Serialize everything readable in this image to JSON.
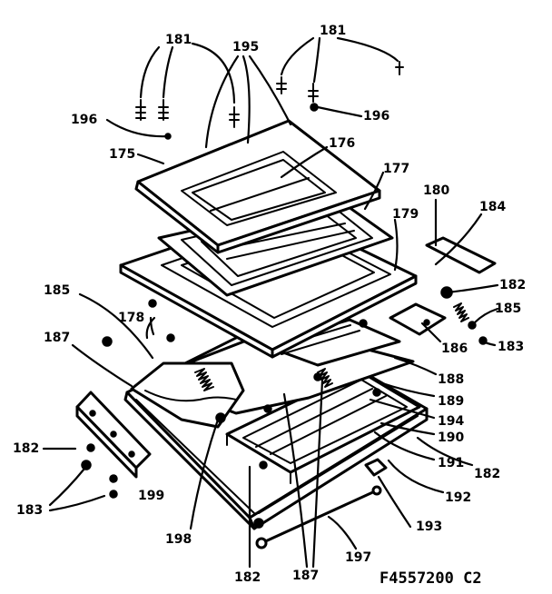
{
  "diagram": {
    "figure_id": "F4557200 C2",
    "callouts": {
      "c181a": "181",
      "c181b": "181",
      "c195": "195",
      "c196a": "196",
      "c196b": "196",
      "c175": "175",
      "c176": "176",
      "c177": "177",
      "c180": "180",
      "c184": "184",
      "c179": "179",
      "c182a": "182",
      "c185a": "185",
      "c185b": "185",
      "c178": "178",
      "c183a": "183",
      "c187a": "187",
      "c186": "186",
      "c188": "188",
      "c189": "189",
      "c194": "194",
      "c190": "190",
      "c191": "191",
      "c182b": "182",
      "c192": "192",
      "c182c": "182",
      "c199": "199",
      "c183b": "183",
      "c193": "193",
      "c198": "198",
      "c197": "197",
      "c182d": "182",
      "c187b": "187"
    }
  }
}
